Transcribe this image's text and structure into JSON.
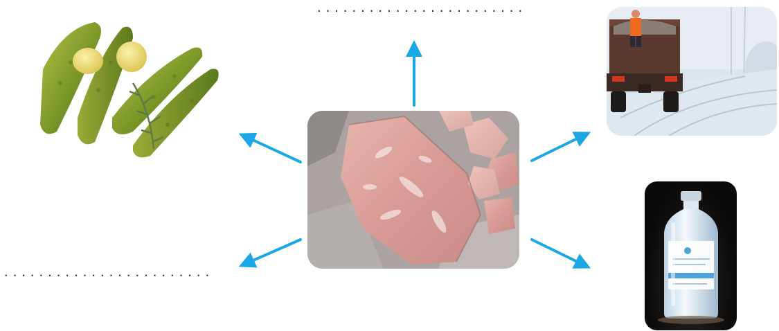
{
  "blanks": {
    "top": "........................",
    "left": "........................"
  },
  "images": {
    "center": "rock-salt",
    "top_left": "pickles",
    "top_right": "road-salting-truck",
    "bottom_right": "saline-bottle"
  },
  "colors": {
    "arrow": "#1aa7e6",
    "salt_pink": "#d89a94",
    "pickle_green": "#7f9a2a"
  }
}
